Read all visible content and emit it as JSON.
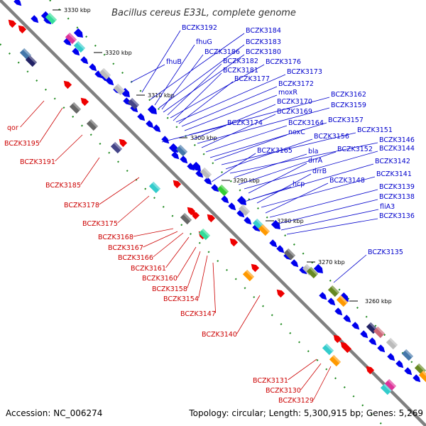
{
  "title": "Bacillus cereus E33L, complete genome",
  "footer": {
    "accession": "Accession: NC_006274",
    "summary": "Topology: circular; Length: 5,300,915 bp; Genes: 5,269"
  },
  "colors": {
    "forward": "#0000ee",
    "reverse": "#ee0000",
    "backbone": "#808080",
    "forward_label": "#0000cc",
    "reverse_label": "#cc0000",
    "tick": "#228b22"
  },
  "scale_ticks": [
    "3330 kbp",
    "3320 kbp",
    "3310 kbp",
    "3300 kbp",
    "3290 kbp",
    "3280 kbp",
    "3270 kbp",
    "3260 kbp"
  ],
  "forward_labels": [
    "BCZK3192",
    "BCZK3184",
    "fhuG",
    "BCZK3183",
    "BCZK3186",
    "BCZK3180",
    "fhuB",
    "BCZK3182",
    "BCZK3176",
    "BCZK3181",
    "BCZK3173",
    "BCZK3177",
    "BCZK3172",
    "moxR",
    "BCZK3162",
    "BCZK3170",
    "BCZK3159",
    "BCZK3169",
    "BCZK3174",
    "BCZK3164",
    "BCZK3157",
    "noxC",
    "BCZK3151",
    "BCZK3156",
    "BCZK3146",
    "BCZK3165",
    "bla",
    "BCZK3152",
    "BCZK3144",
    "drrA",
    "BCZK3142",
    "drrB",
    "BCZK3141",
    "hcp",
    "BCZK3148",
    "BCZK3139",
    "BCZK3138",
    "fliA3",
    "BCZK3136",
    "BCZK3135"
  ],
  "reverse_labels": [
    "qor",
    "BCZK3195",
    "BCZK3191",
    "BCZK3185",
    "BCZK3178",
    "BCZK3175",
    "BCZK3168",
    "BCZK3167",
    "BCZK3166",
    "BCZK3161",
    "BCZK3160",
    "BCZK3158",
    "BCZK3154",
    "BCZK3147",
    "BCZK3140",
    "BCZK3131",
    "BCZK3130",
    "BCZK3129"
  ]
}
